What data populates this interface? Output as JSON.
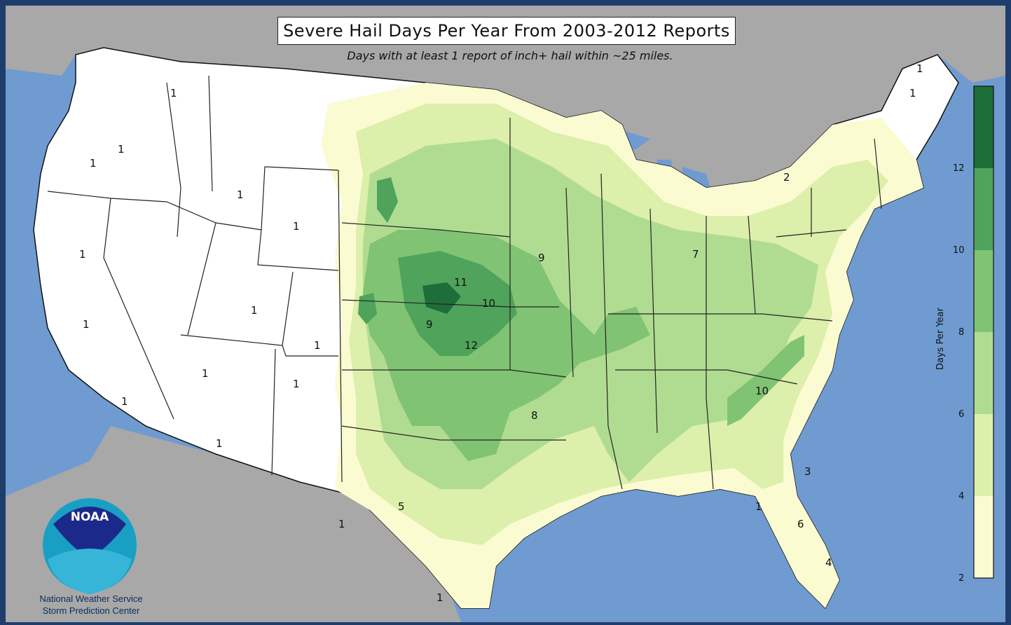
{
  "title": "Severe Hail Days Per Year From 2003-2012 Reports",
  "subtitle": "Days with at least 1 report of inch+ hail within ~25 miles.",
  "logo": {
    "abbrev": "NOAA",
    "line1": "National Weather Service",
    "line2": "Storm Prediction Center"
  },
  "colorbar": {
    "label": "Days Per Year",
    "ticks": [
      "2",
      "4",
      "6",
      "8",
      "10",
      "12"
    ],
    "colors": [
      "#fbfbd2",
      "#dcefab",
      "#b0dc92",
      "#80c373",
      "#4fa35a",
      "#1e6e3a"
    ]
  },
  "map_values": {
    "west_ones": [
      "1",
      "1",
      "1",
      "1",
      "1",
      "1",
      "1",
      "1",
      "1",
      "1",
      "1",
      "1",
      "1",
      "1",
      "1",
      "1",
      "1",
      "1"
    ],
    "sample_labels": [
      "1",
      "2",
      "3",
      "4",
      "5",
      "6",
      "7",
      "8",
      "9",
      "10",
      "11",
      "12"
    ]
  }
}
